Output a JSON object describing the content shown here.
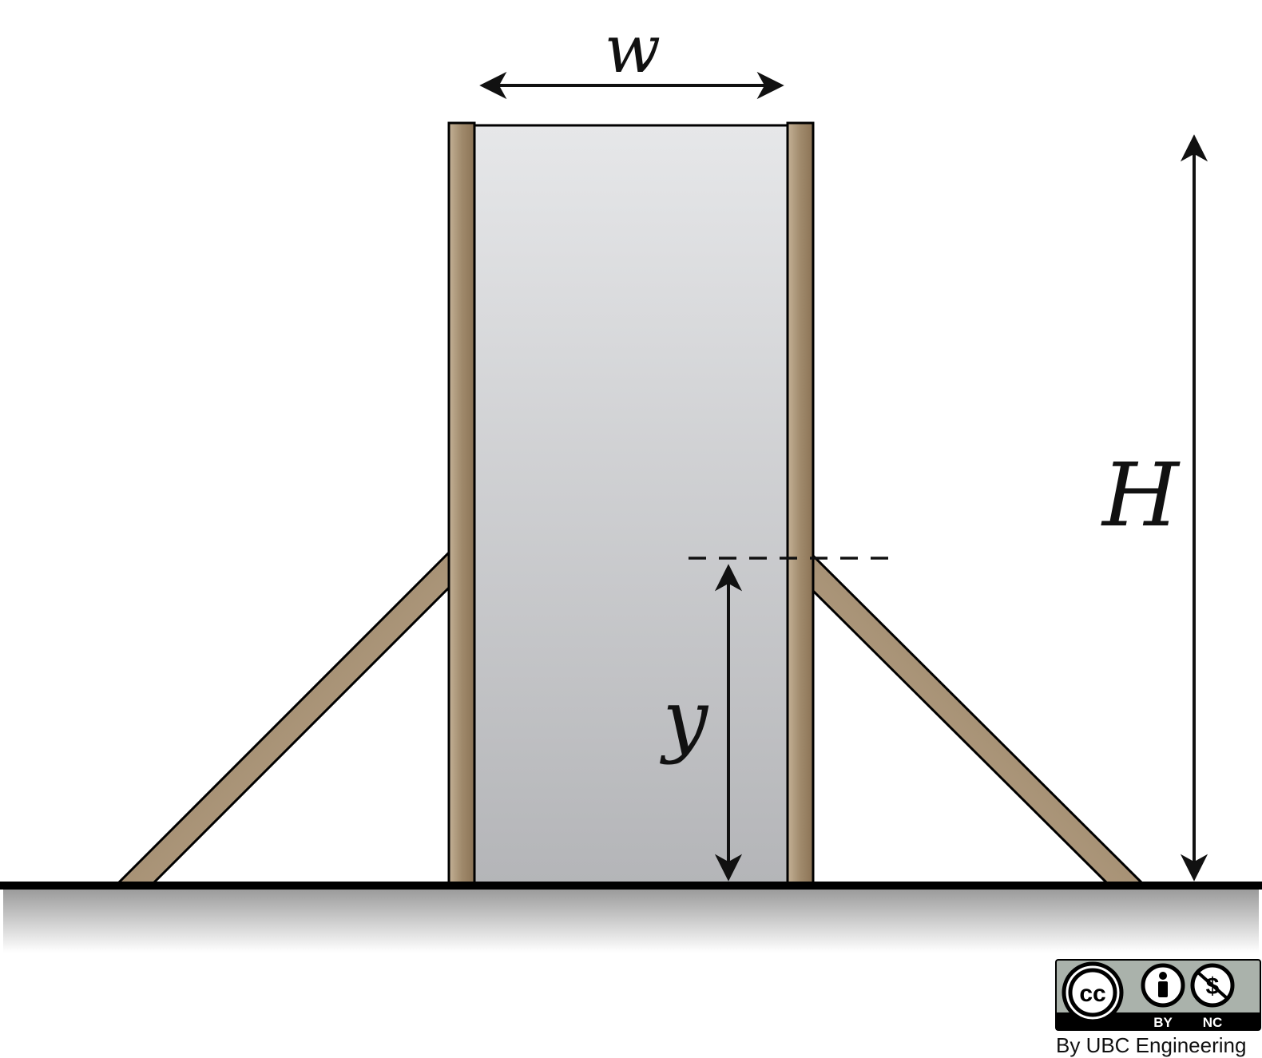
{
  "labels": {
    "width": "w",
    "height": "H",
    "water_level": "y"
  },
  "license": {
    "cc": "cc",
    "by": "BY",
    "nc": "NC",
    "credit": "By UBC Engineering"
  },
  "colors": {
    "wood_dark": "#8b7355",
    "wood_light": "#c4b196",
    "water_top": "#e6e7e9",
    "water_bottom": "#b4b5b8",
    "ground": "#000000",
    "outline": "#000000"
  }
}
